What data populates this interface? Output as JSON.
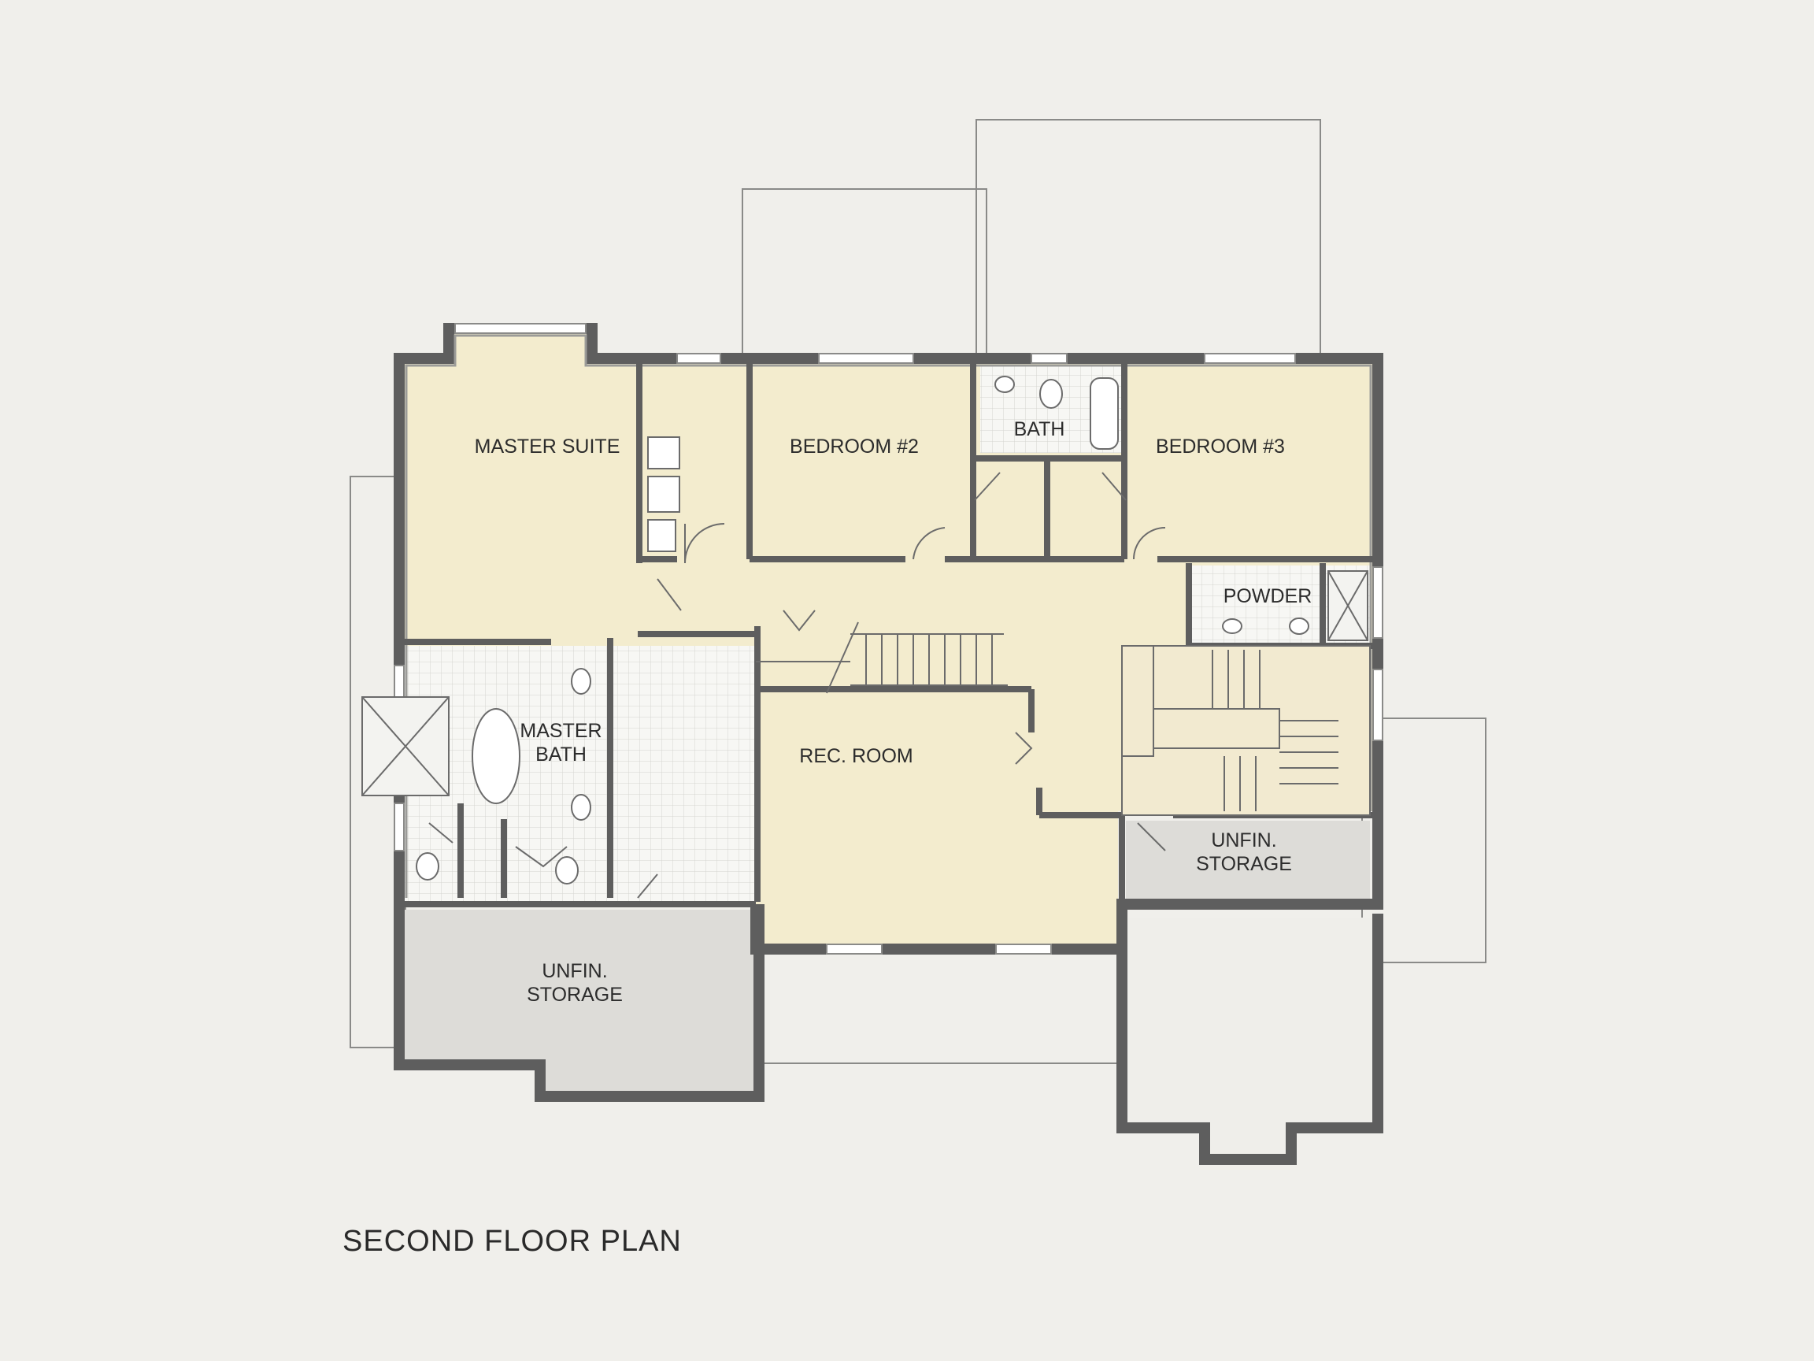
{
  "plan": {
    "title": "SECOND FLOOR PLAN",
    "colors": {
      "background": "#f0efeb",
      "finished_room": "#f3ecce",
      "unfinished_storage": "#dddcd8",
      "wall": "#5e5e5e",
      "wet_area_tile": "#f6f6f3"
    },
    "rooms": [
      {
        "id": "master_suite",
        "lines": [
          "MASTER SUITE"
        ]
      },
      {
        "id": "bedroom_2",
        "lines": [
          "BEDROOM #2"
        ]
      },
      {
        "id": "bath",
        "lines": [
          "BATH"
        ]
      },
      {
        "id": "bedroom_3",
        "lines": [
          "BEDROOM #3"
        ]
      },
      {
        "id": "powder",
        "lines": [
          "POWDER"
        ]
      },
      {
        "id": "master_bath",
        "lines": [
          "MASTER",
          "BATH"
        ]
      },
      {
        "id": "rec_room",
        "lines": [
          "REC. ROOM"
        ]
      },
      {
        "id": "unfin_storage_right",
        "lines": [
          "UNFIN.",
          "STORAGE"
        ]
      },
      {
        "id": "unfin_storage_left",
        "lines": [
          "UNFIN.",
          "STORAGE"
        ]
      }
    ]
  }
}
